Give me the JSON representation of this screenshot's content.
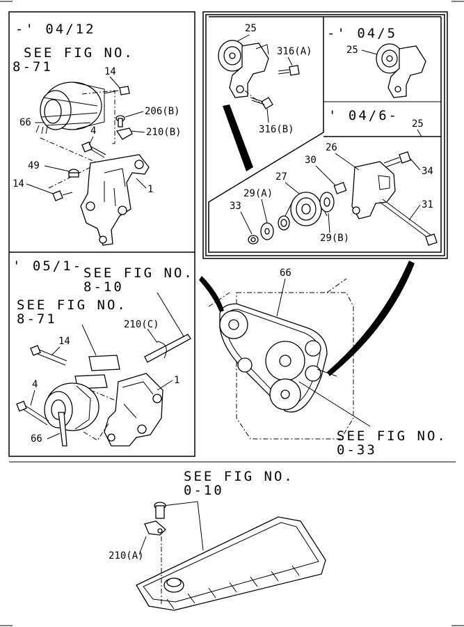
{
  "panels": {
    "top_left": {
      "date": "-' 04/12",
      "see_fig": "SEE  FIG  NO.",
      "fig_no": "8-71"
    },
    "top_right_main": {
      "see": ""
    },
    "top_right_inset": {
      "date": "-' 04/5"
    },
    "top_right_lower": {
      "date": "' 04/6-"
    },
    "bottom_left": {
      "date": "' 05/1-",
      "see_fig_a": "SEE  FIG  NO.",
      "fig_no_a": "8-10",
      "see_fig_b": "SEE  FIG  NO.",
      "fig_no_b": "8-71"
    },
    "engine": {
      "see_fig": "SEE  FIG  NO.",
      "fig_no": "0-33"
    },
    "cover": {
      "see_fig": "SEE  FIG  NO.",
      "fig_no": "0-10"
    }
  },
  "callouts": {
    "c14_top": "14",
    "c206b": "206(B)",
    "c210b": "210(B)",
    "c66_top": "66",
    "c4_top": "4",
    "c49": "49",
    "c14_mid": "14",
    "c1_top": "1",
    "c25_a": "25",
    "c316a": "316(A)",
    "c316b": "316(B)",
    "c25_b": "25",
    "c25_c": "25",
    "c26": "26",
    "c30": "30",
    "c34": "34",
    "c27": "27",
    "c29a": "29(A)",
    "c33": "33",
    "c31": "31",
    "c29b": "29(B)",
    "c66_engine": "66",
    "c210c": "210(C)",
    "c14_bot": "14",
    "c4_bot": "4",
    "c1_bot": "1",
    "c66_bot": "66",
    "c210a": "210(A)"
  }
}
